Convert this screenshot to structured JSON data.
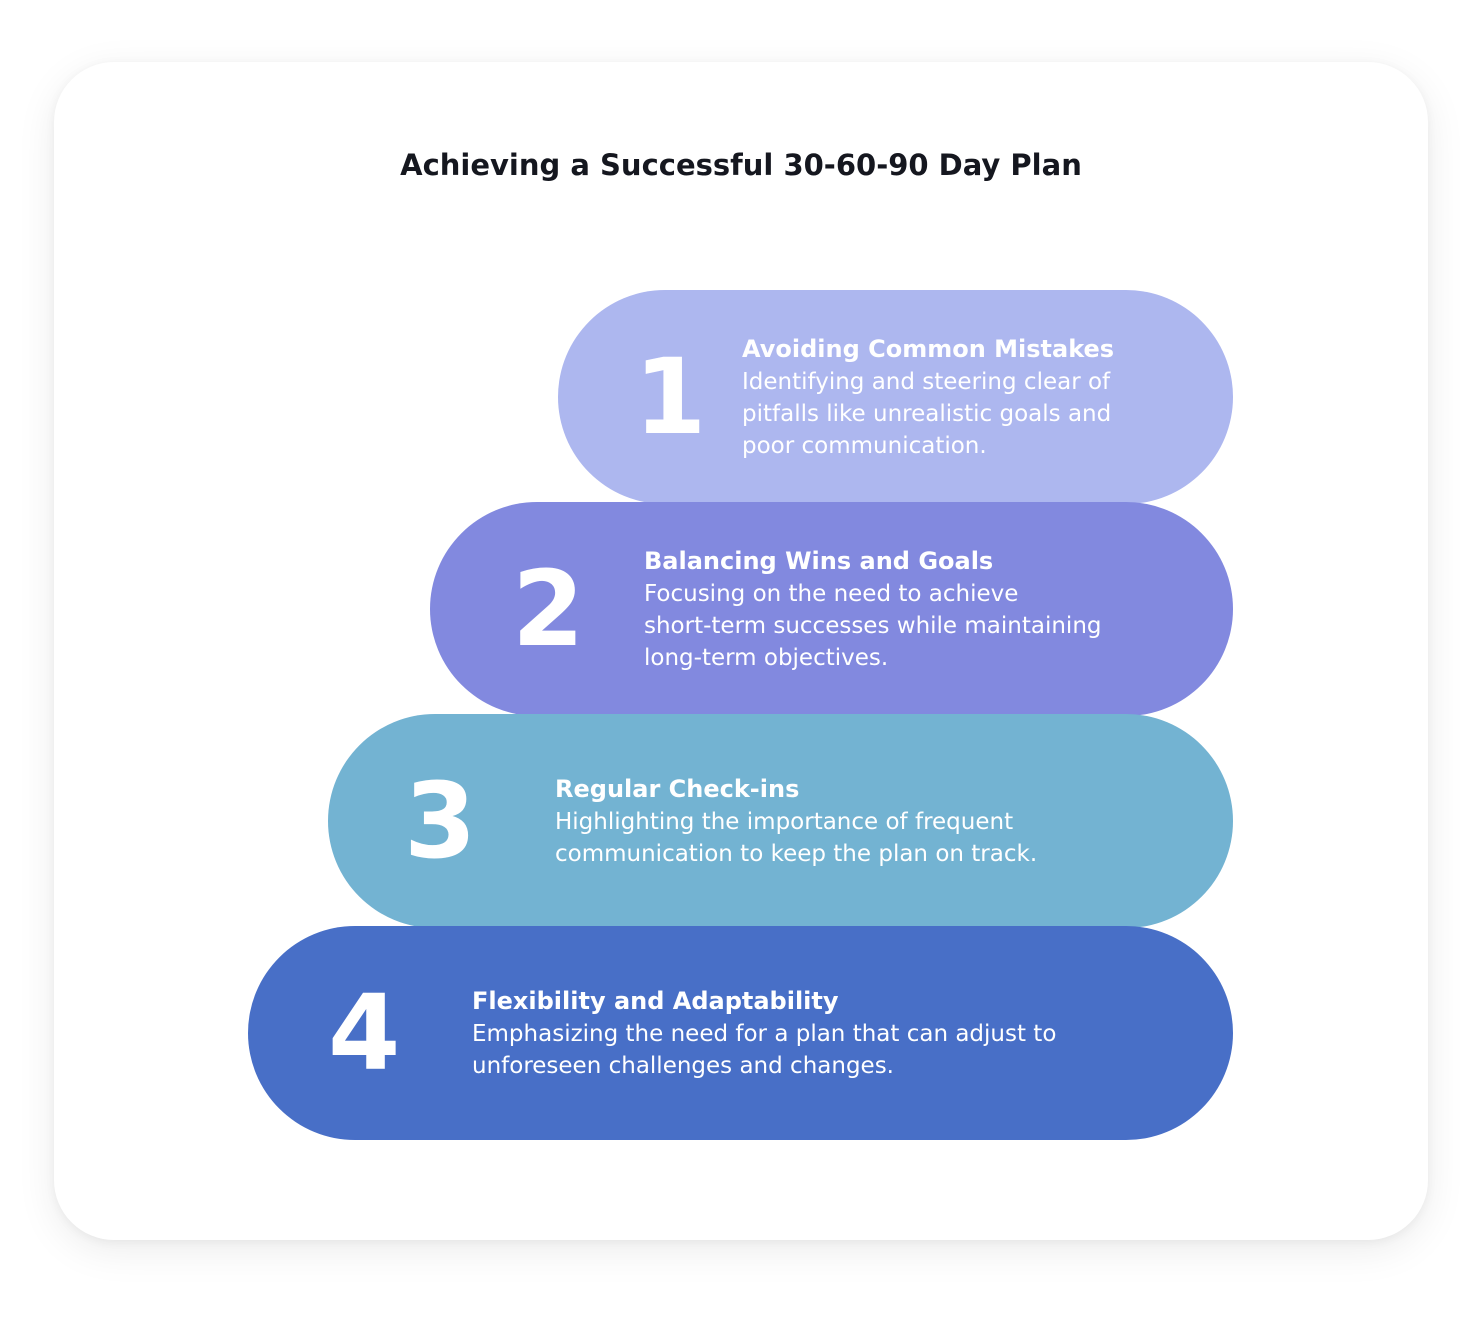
{
  "title": "Achieving a Successful 30-60-90 Day Plan",
  "steps": [
    {
      "number": "1",
      "heading": "Avoiding Common Mistakes",
      "lines": [
        "Identifying and steering clear of",
        "pitfalls like unrealistic goals and",
        "poor communication."
      ],
      "color": "#adb7ef"
    },
    {
      "number": "2",
      "heading": "Balancing Wins and Goals",
      "lines": [
        "Focusing on the need to achieve",
        "short-term successes while maintaining",
        "long-term objectives."
      ],
      "color": "#8289df"
    },
    {
      "number": "3",
      "heading": "Regular Check-ins",
      "lines": [
        "Highlighting the importance of frequent",
        "communication to keep the plan on track."
      ],
      "color": "#73b3d2"
    },
    {
      "number": "4",
      "heading": "Flexibility and Adaptability",
      "lines": [
        "Emphasizing the need for a plan that can adjust to",
        "unforeseen challenges and changes."
      ],
      "color": "#486fc7"
    }
  ]
}
